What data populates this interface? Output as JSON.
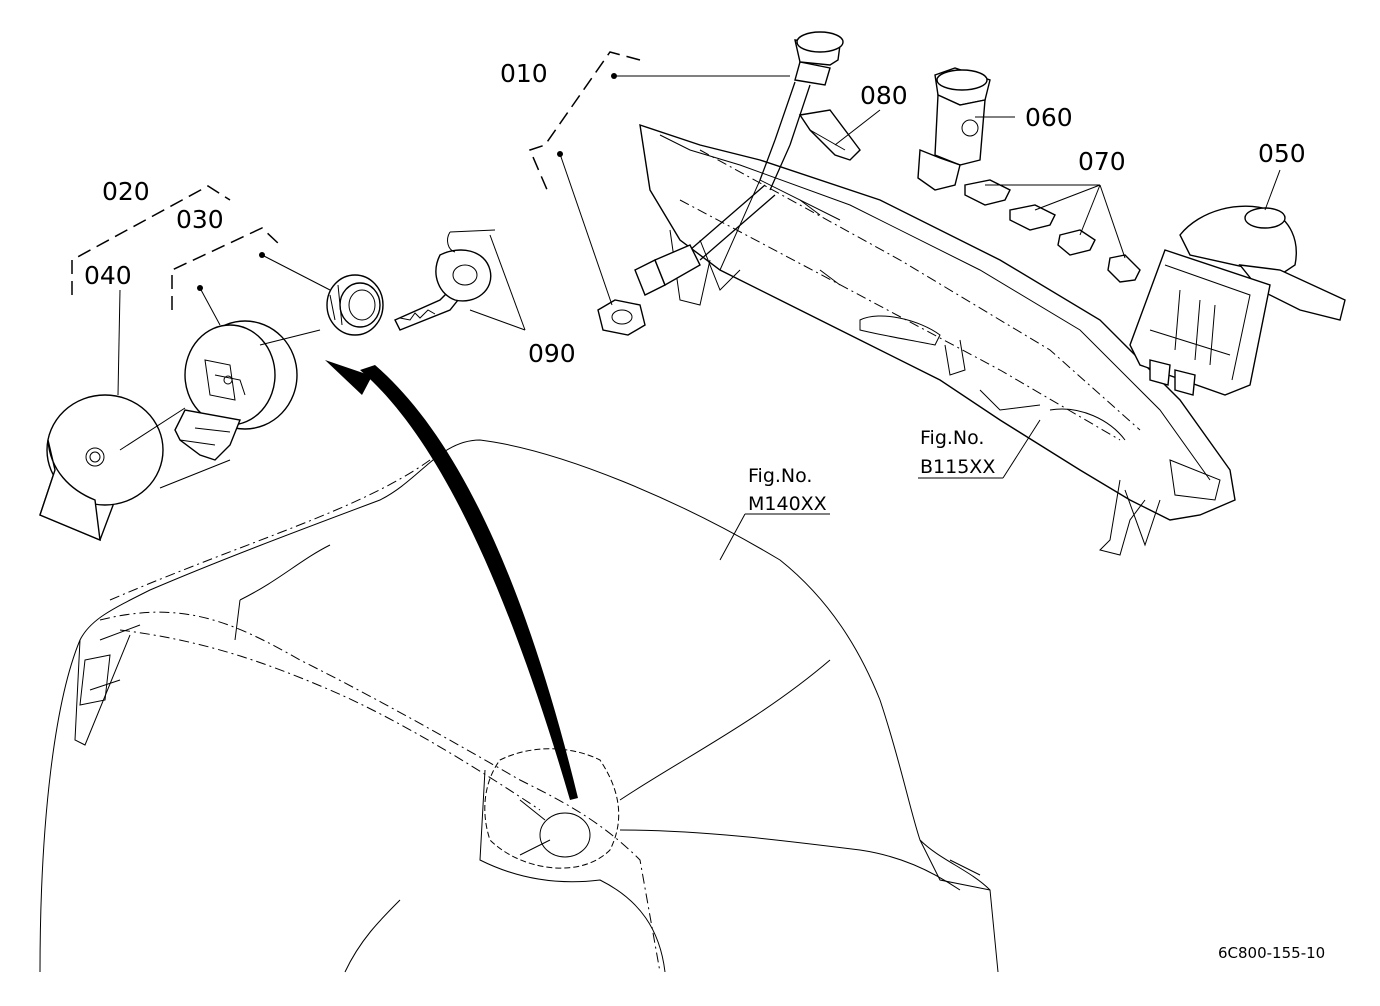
{
  "parts": {
    "p010": "010",
    "p020": "020",
    "p030": "030",
    "p040": "040",
    "p050": "050",
    "p060": "060",
    "p070": "070",
    "p080": "080",
    "p090": "090"
  },
  "refs": {
    "ref_b": {
      "label": "Fig.No.",
      "code": "B115XX"
    },
    "ref_m": {
      "label": "Fig.No.",
      "code": "M140XX"
    }
  },
  "diagram_code": "6C800-155-10"
}
